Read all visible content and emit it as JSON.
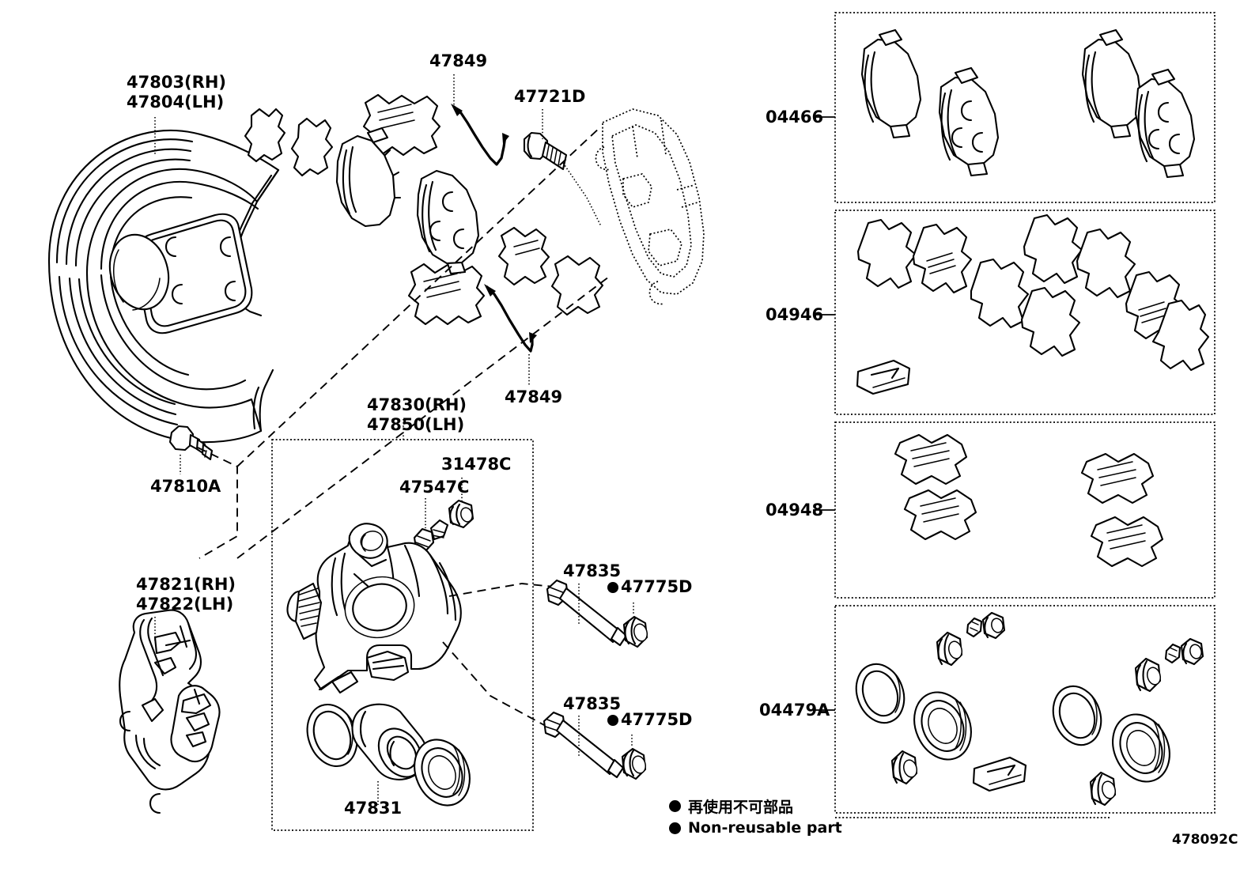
{
  "diagram": {
    "code": "478092C",
    "title_group": "Rear Disc Brake Caliper & Dust Cover"
  },
  "main_labels": [
    {
      "id": "dust-cover",
      "lines": [
        "47803(RH)",
        "47804(LH)"
      ]
    },
    {
      "id": "clip-upper",
      "lines": [
        "47849"
      ]
    },
    {
      "id": "bolt",
      "lines": [
        "47721D"
      ]
    },
    {
      "id": "clip-lower",
      "lines": [
        "47849"
      ]
    },
    {
      "id": "caliper-assy",
      "lines": [
        "47830(RH)",
        "47850(LH)"
      ]
    },
    {
      "id": "bleeder-plug",
      "lines": [
        "31478C"
      ]
    },
    {
      "id": "bleeder-screw",
      "lines": [
        "47547C"
      ]
    },
    {
      "id": "bleeder-union",
      "lines": [
        "47810A"
      ]
    },
    {
      "id": "mounting-bracket",
      "lines": [
        "47821(RH)",
        "47822(LH)"
      ]
    },
    {
      "id": "slide-pin-upper",
      "lines": [
        "47835"
      ]
    },
    {
      "id": "slide-pin-lower",
      "lines": [
        "47835"
      ]
    },
    {
      "id": "piston",
      "lines": [
        "47831"
      ]
    }
  ],
  "nonreusable_labels": [
    {
      "id": "bushing-upper",
      "text": "47775D"
    },
    {
      "id": "bushing-lower",
      "text": "47775D"
    }
  ],
  "panels": [
    {
      "id": "pad-kit",
      "code": "04466",
      "contents": "brake pad set, 4 pads"
    },
    {
      "id": "shim-kit",
      "code": "04946",
      "contents": "anti-squeal shims and grease packet"
    },
    {
      "id": "fitting-kit",
      "code": "04948",
      "contents": "pad support plates / clips"
    },
    {
      "id": "seal-kit",
      "code": "04479A",
      "contents": "piston seals, dust boots, bushings, grease packet"
    }
  ],
  "legend": {
    "japanese": "再使用不可部品",
    "english": "Non-reusable part"
  }
}
